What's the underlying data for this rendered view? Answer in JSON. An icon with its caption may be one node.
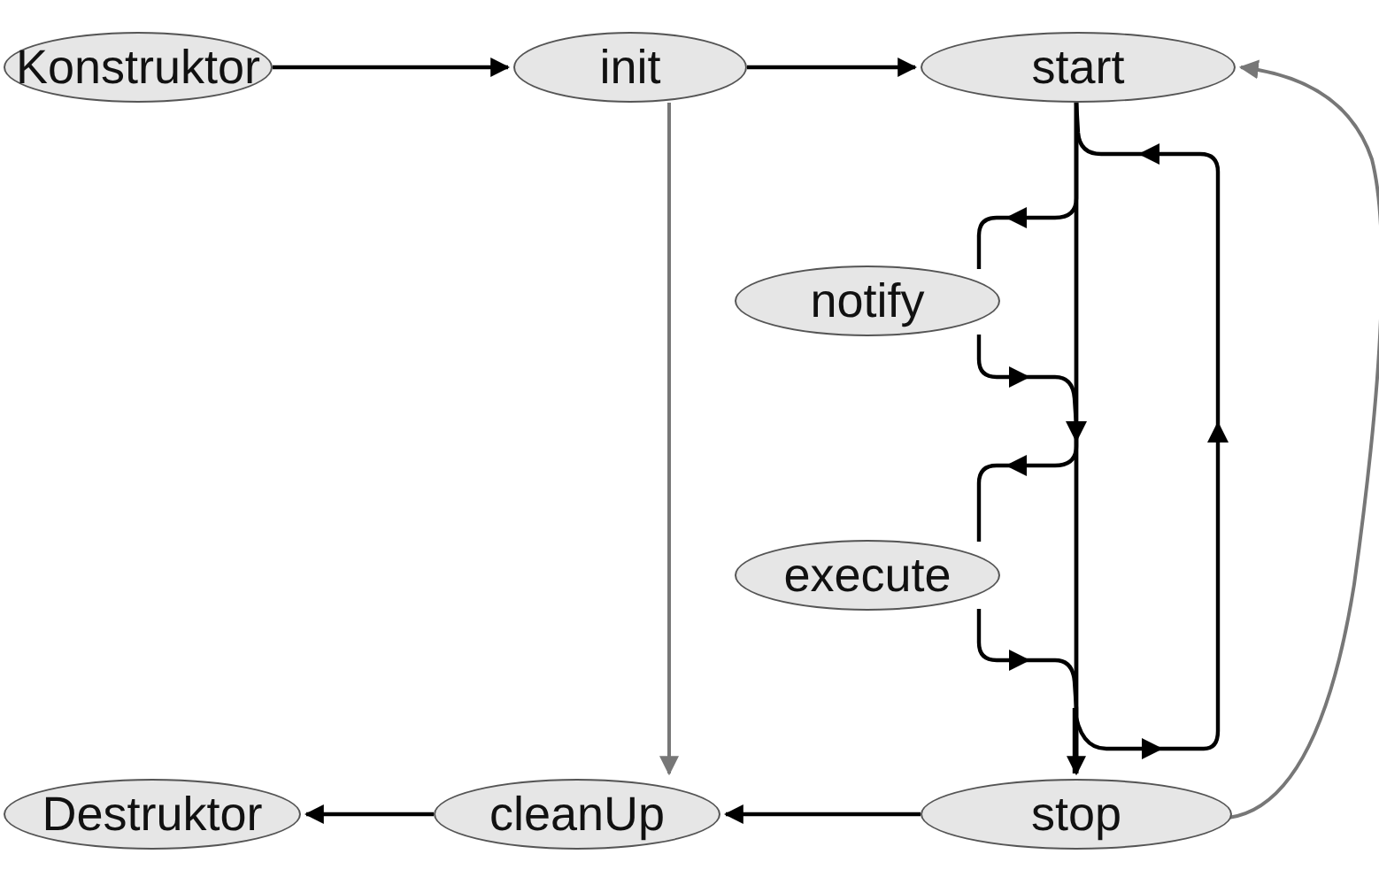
{
  "diagram": {
    "nodes": [
      {
        "text": [
          "Konstruktor"
        ]
      },
      {
        "text": [
          "init"
        ]
      },
      {
        "text": [
          "start"
        ]
      },
      {
        "text": [
          "notify"
        ]
      },
      {
        "text": [
          "execute"
        ]
      },
      {
        "text": [
          "Destruktor"
        ]
      },
      {
        "text": [
          "cleanUp"
        ]
      },
      {
        "text": [
          "stop"
        ]
      }
    ],
    "edges": [
      {
        "from": 0,
        "to": 1,
        "arrow": "to"
      },
      {
        "from": 1,
        "to": 2,
        "arrow": "to"
      },
      {
        "from": 1,
        "to": 6,
        "arrow": "to",
        "color": "#777777"
      },
      {
        "from": 2,
        "to": 7,
        "arrow": "to"
      },
      {
        "from": 2,
        "to": 3,
        "arrow": "to"
      },
      {
        "from": 3,
        "to": 7,
        "arrow": "to"
      },
      {
        "from": 2,
        "to": 4,
        "arrow": "to"
      },
      {
        "from": 4,
        "to": 7,
        "arrow": "to"
      },
      {
        "from": 7,
        "to": 2,
        "arrow": "to"
      },
      {
        "from": 7,
        "to": 2,
        "arrow": "to",
        "color": "#777777"
      },
      {
        "from": 7,
        "to": 6,
        "arrow": "to"
      },
      {
        "from": 6,
        "to": 5,
        "arrow": "to"
      }
    ]
  }
}
